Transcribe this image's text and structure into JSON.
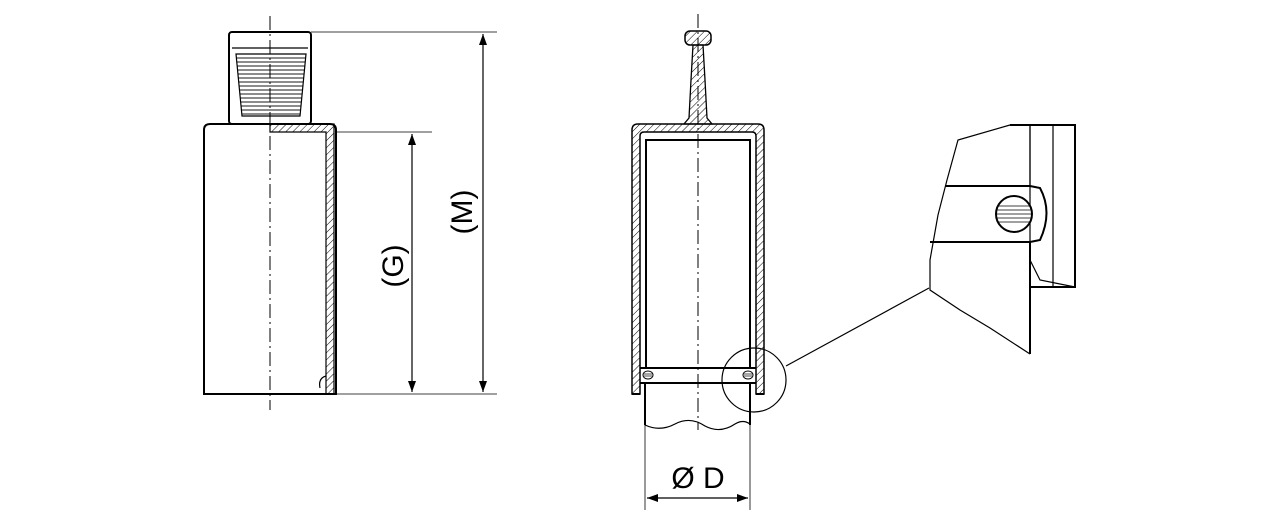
{
  "labels": {
    "dim_g": "(G)",
    "dim_m": "(M)",
    "dim_d": "Ø D"
  },
  "colors": {
    "line": "#000000",
    "background": "#ffffff"
  }
}
